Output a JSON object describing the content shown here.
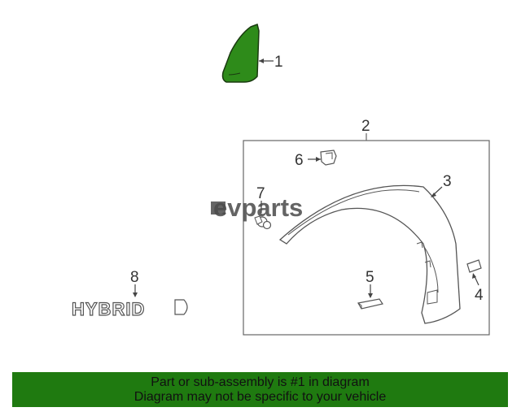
{
  "diagram": {
    "callouts": {
      "c1": "1",
      "c2": "2",
      "c3": "3",
      "c4": "4",
      "c5": "5",
      "c6": "6",
      "c7": "7",
      "c8": "8"
    },
    "emblem_text": "HYBRID",
    "watermark": "evparts",
    "colors": {
      "highlight_part": "#2e8b1a",
      "banner": "#1f7a10",
      "line": "#555555"
    }
  },
  "banner": {
    "line1": "Part or sub-assembly is #1 in diagram",
    "line2": "Diagram may not be specific to your vehicle"
  }
}
